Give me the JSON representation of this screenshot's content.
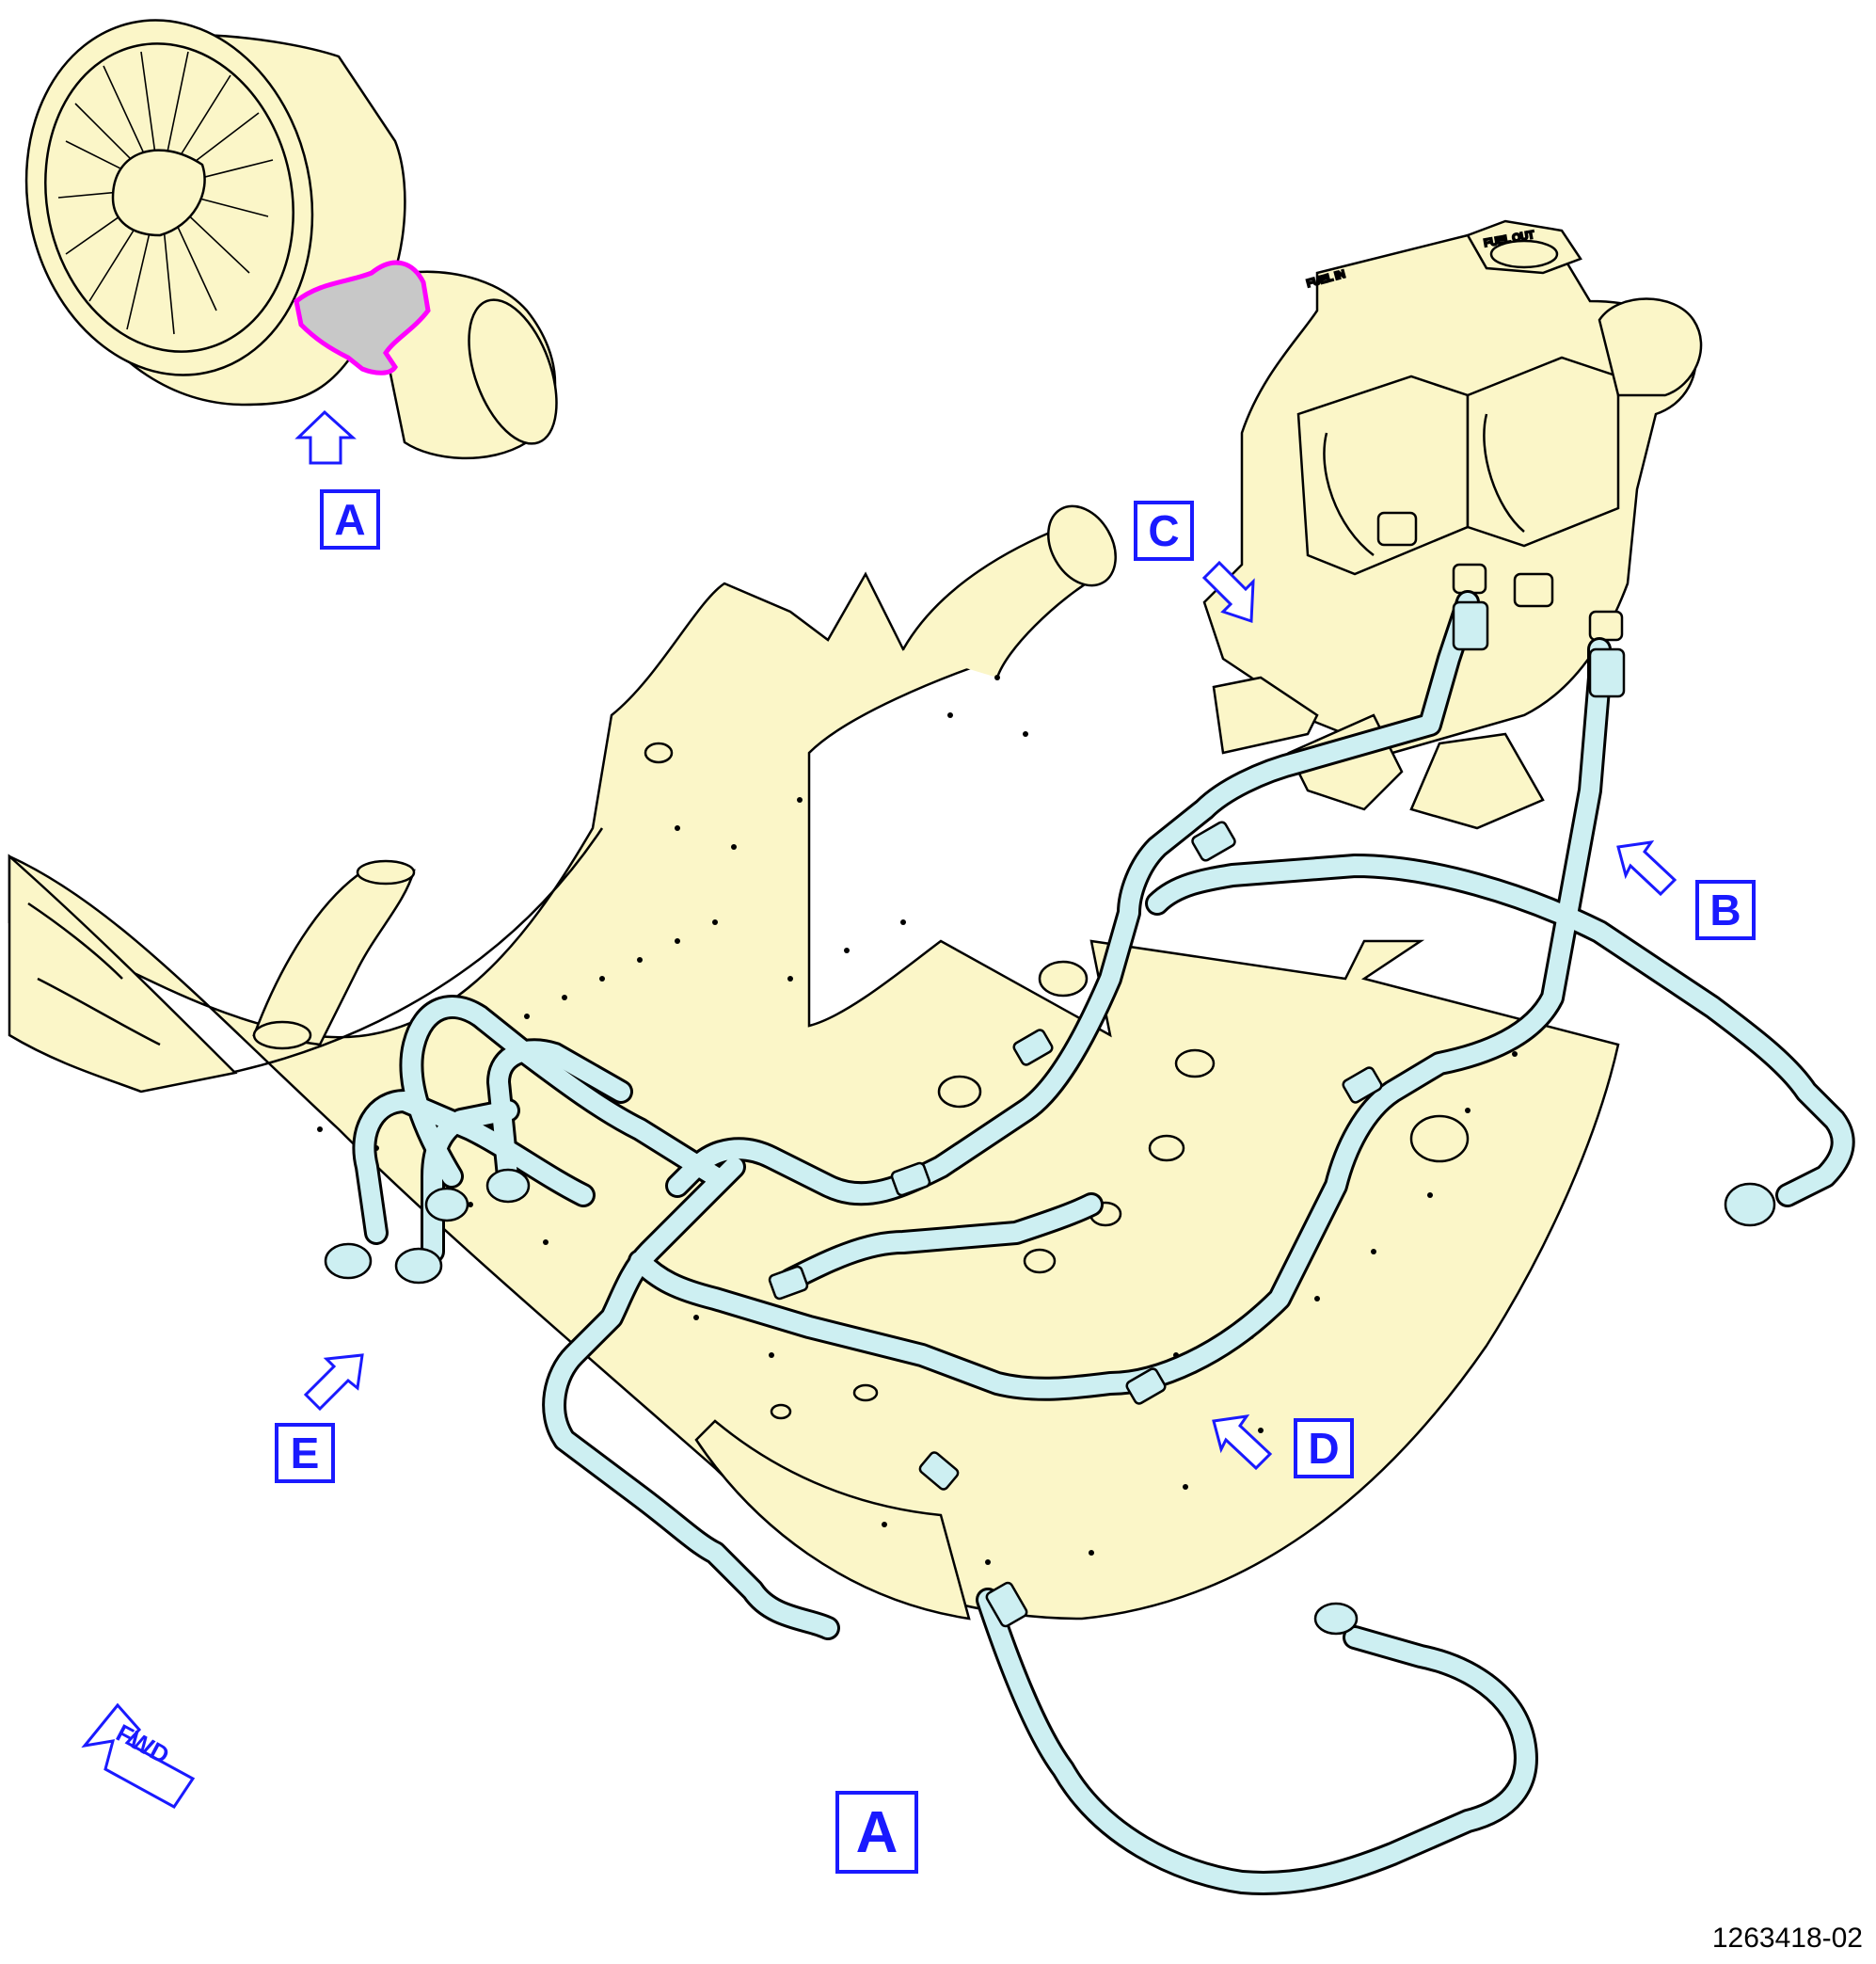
{
  "figure_id": "1263418-02",
  "views": [
    {
      "key": "A-top",
      "label": "A"
    },
    {
      "key": "A-bottom",
      "label": "A"
    },
    {
      "key": "B",
      "label": "B"
    },
    {
      "key": "C",
      "label": "C"
    },
    {
      "key": "D",
      "label": "D"
    },
    {
      "key": "E",
      "label": "E"
    }
  ],
  "direction_indicator": "FWD",
  "pump_stamps": {
    "fuel_in": "FUEL IN",
    "fuel_out": "FUEL OUT"
  },
  "colors": {
    "component_fill": "#fbf6c8",
    "tube_fill": "#cdeff2",
    "highlight": "#ff00ff",
    "highlight_fill": "#c8c8c8",
    "callout": "#1a1aff",
    "outline": "#000000"
  }
}
